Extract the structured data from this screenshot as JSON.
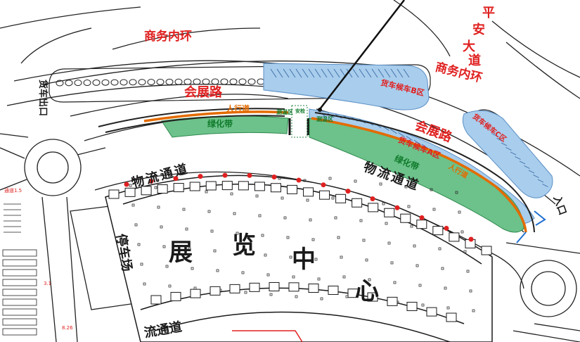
{
  "labels": {
    "business_ring_left": "商务内环",
    "business_ring_right": "商务内环",
    "pingan_avenue": "平安大道",
    "expo_road_left": "会展路",
    "expo_road_right": "会展路",
    "sidewalk_left": "人行道",
    "sidewalk_right": "人行道",
    "green_belt_left": "绿化带",
    "green_belt_right": "绿化带",
    "truck_wait_a": "货车候车A区",
    "truck_wait_b": "货车候车B区",
    "truck_wait_c": "货车候车C区",
    "logistics_left": "物流通道",
    "logistics_right": "物流通道",
    "logistics_bottom": "流通道",
    "exhibition_center": "展览中心",
    "truck_exit": "货车出口",
    "truck_entrance": "入口",
    "lot_left": "停车场",
    "test_area": "测温区",
    "security_check": "安检",
    "test_area_right": "测温区",
    "channel_note": "通道1.5",
    "dim_note": "8.26",
    "dim_note_2": "3.1"
  },
  "colors": {
    "red_label": "#e02020",
    "green_belt": "#6cc28a",
    "blue_zone": "#a9cdec",
    "orange_path": "#e36b00"
  }
}
